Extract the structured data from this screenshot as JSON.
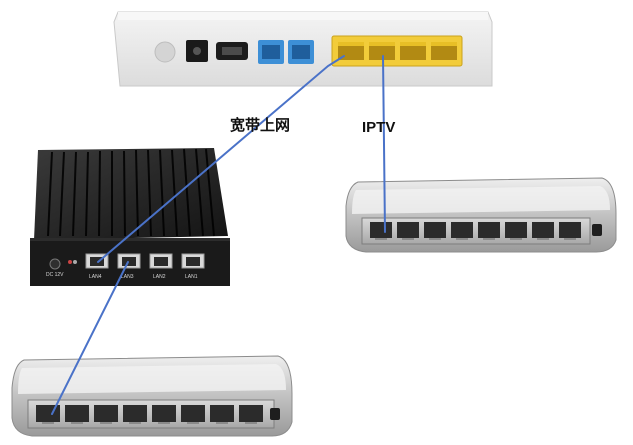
{
  "labels": {
    "broadband": "宽带上网",
    "iptv": "IPTV"
  },
  "mini_pc": {
    "port_labels": [
      "LAN4",
      "LAN3",
      "LAN2",
      "LAN1"
    ],
    "power_label": "DC 12V"
  },
  "colors": {
    "cable": "#4a72c8",
    "modem_body": "#e9e9e9",
    "lan_port_yellow": "#f2cc3a",
    "phone_port_blue": "#3d8fd6",
    "mini_pc_body": "#1e1e1e",
    "switch_body": "#c9c9c9"
  },
  "devices": [
    {
      "name": "optical-modem",
      "icon": "modem-icon"
    },
    {
      "name": "mini-pc-router",
      "icon": "mini-pc-icon"
    },
    {
      "name": "switch-iptv",
      "icon": "switch-icon"
    },
    {
      "name": "switch-lan",
      "icon": "switch-icon"
    }
  ]
}
